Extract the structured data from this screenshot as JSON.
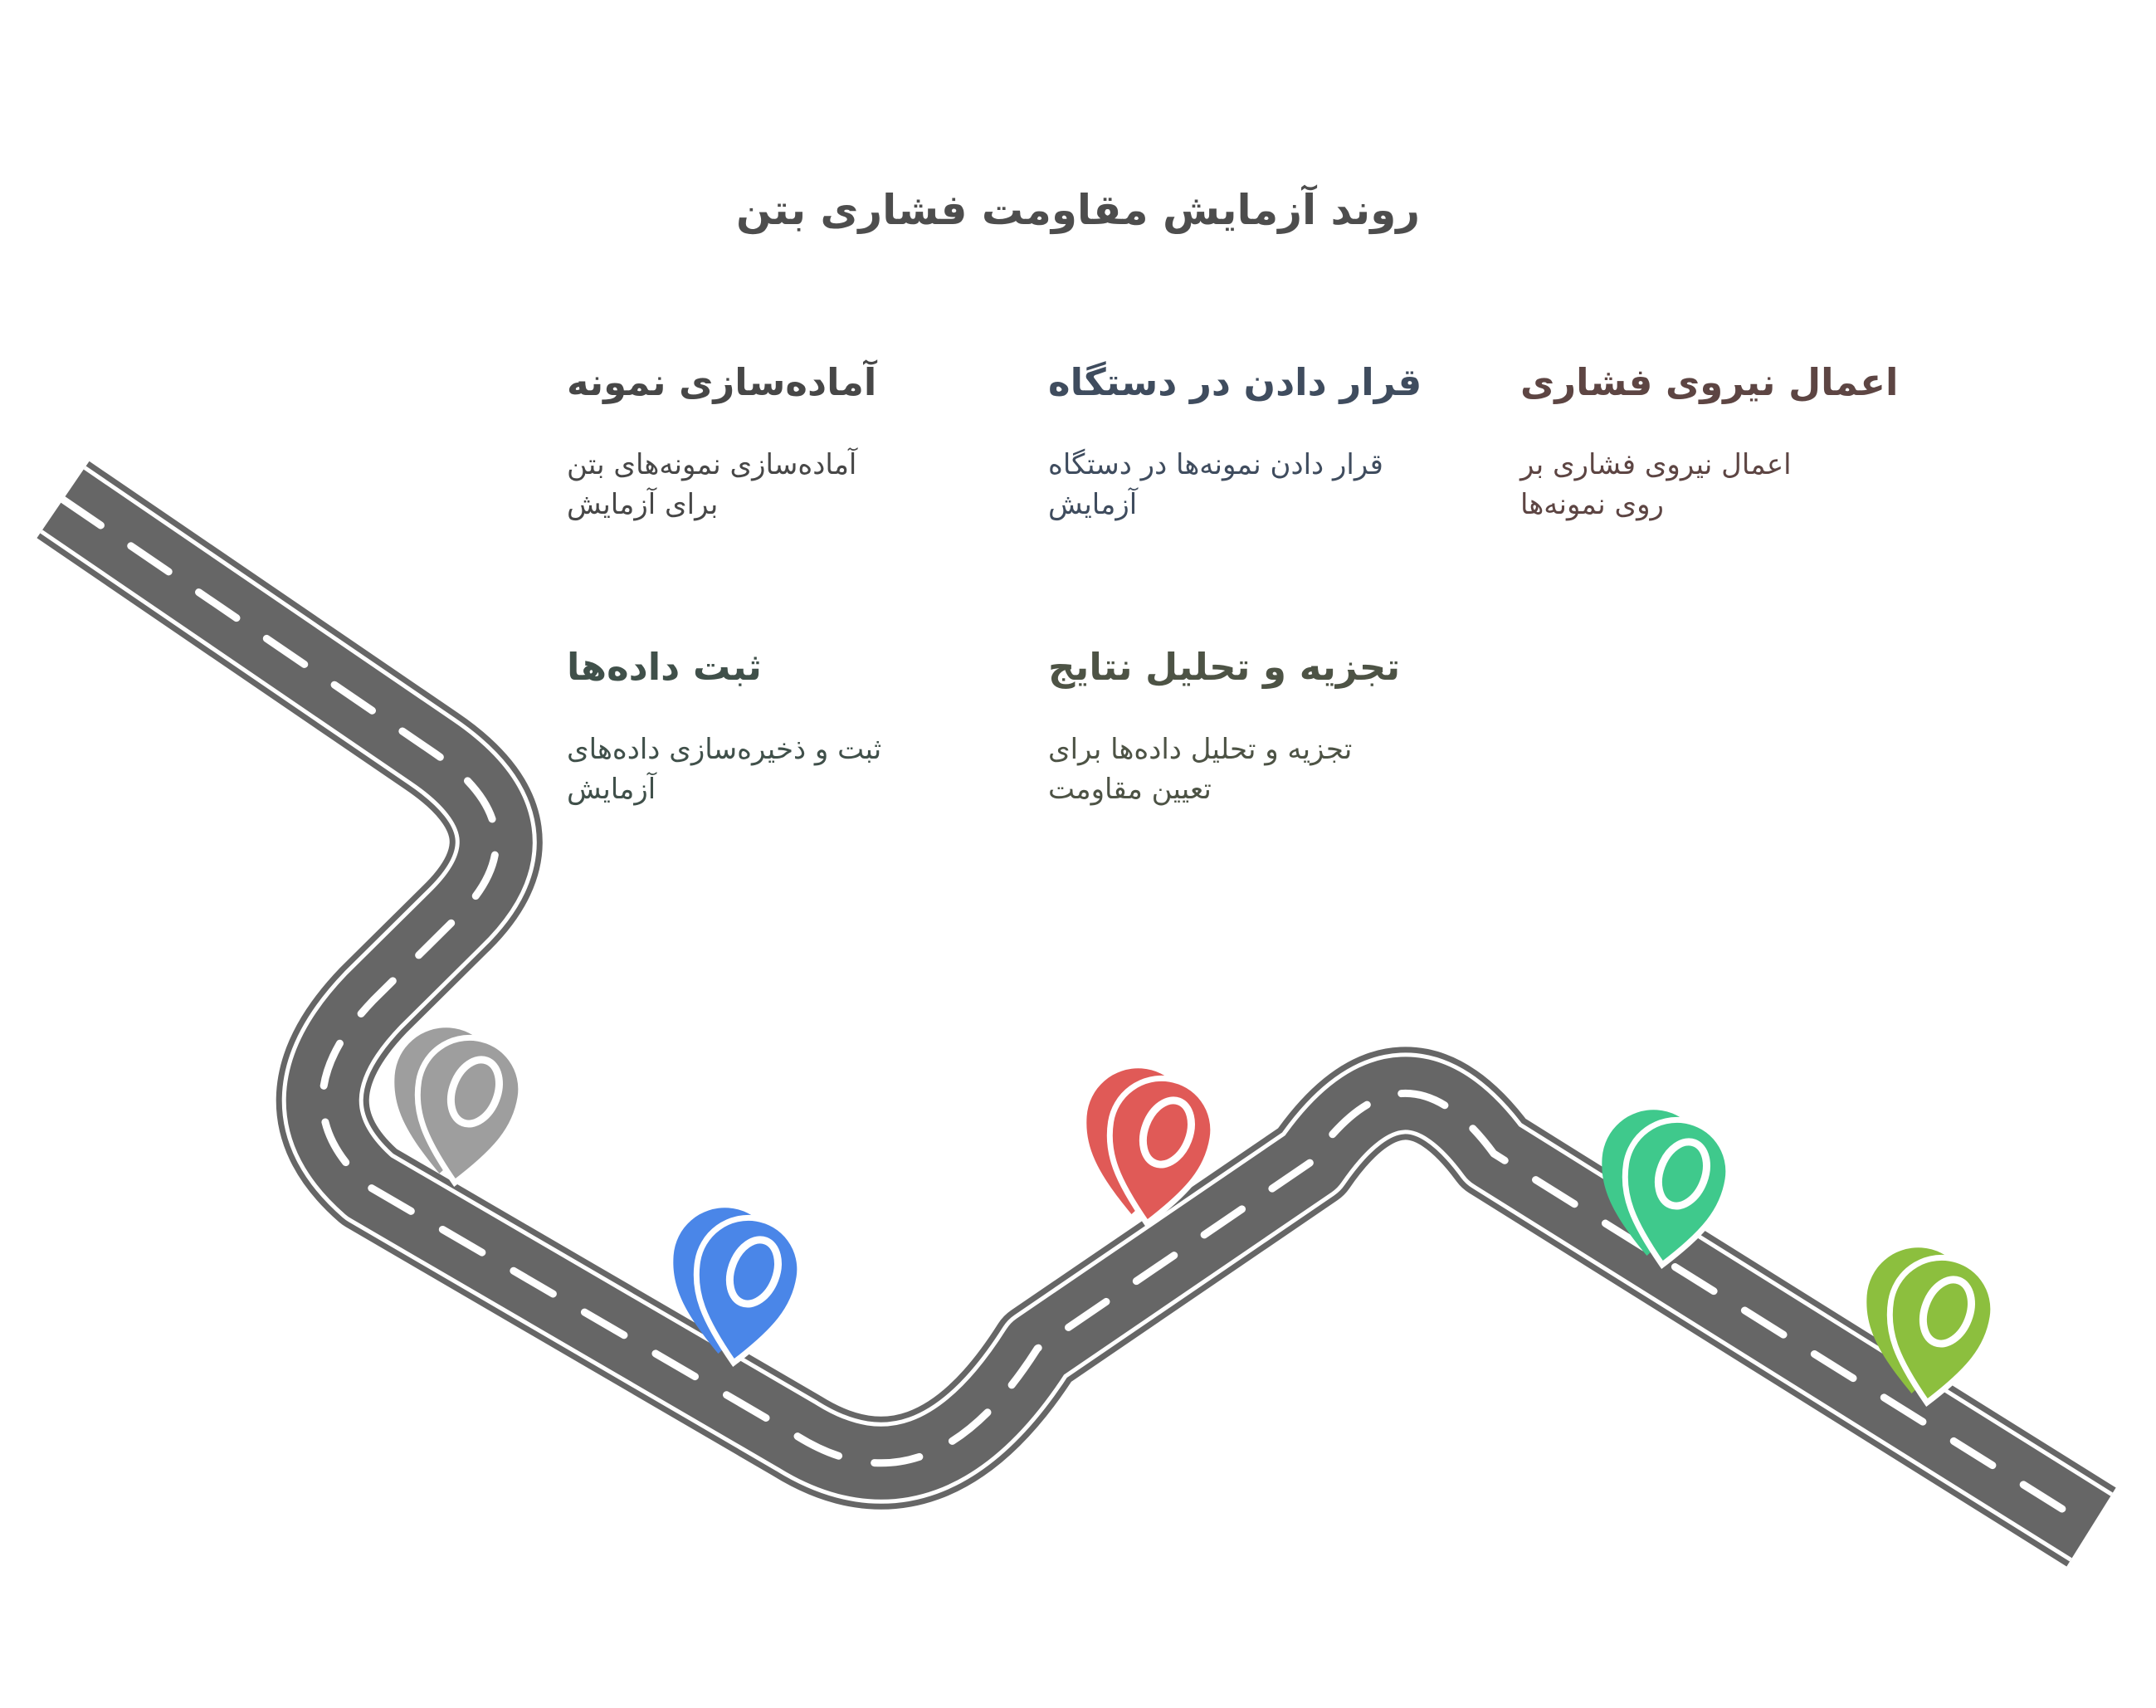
{
  "background": "#ffffff",
  "title": {
    "text": "روند آزمایش مقاومت فشاری بتن",
    "color": "#4d4d4d"
  },
  "road": {
    "fill": "#666666",
    "marking": "#ffffff"
  },
  "steps": [
    {
      "heading": "آماده‌سازی نمونه",
      "body_lines": [
        "آماده‌سازی نمونه‌های بتن",
        "برای آزمایش"
      ],
      "text_color": "#474747",
      "pin_color": "#9e9e9e",
      "icon": "map-pin-icon"
    },
    {
      "heading": "قرار دادن در دستگاه",
      "body_lines": [
        "قرار دادن نمونه‌ها در دستگاه",
        "آزمایش"
      ],
      "text_color": "#3f4c5e",
      "pin_color": "#4a86e8",
      "icon": "map-pin-icon"
    },
    {
      "heading": "اعمال نیروی فشاری",
      "body_lines": [
        "اعمال نیروی فشاری بر",
        "روی نمونه‌ها"
      ],
      "text_color": "#5d4543",
      "pin_color": "#e05a57",
      "icon": "map-pin-icon"
    },
    {
      "heading": "ثبت داده‌ها",
      "body_lines": [
        "ثبت و ذخیره‌سازی داده‌های",
        "آزمایش"
      ],
      "text_color": "#40504a",
      "pin_color": "#3fc98c",
      "icon": "map-pin-icon"
    },
    {
      "heading": "تجزیه و تحلیل نتایج",
      "body_lines": [
        "تجزیه و تحلیل داده‌ها برای",
        "تعیین مقاومت"
      ],
      "text_color": "#4d5345",
      "pin_color": "#8cbf3e",
      "icon": "map-pin-icon"
    }
  ]
}
